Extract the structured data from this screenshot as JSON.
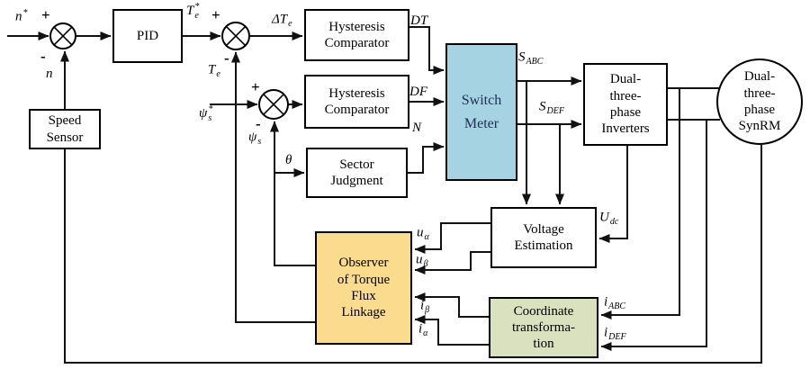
{
  "diagram_type": "control-block-diagram",
  "colors": {
    "wire": "#111111",
    "block_border": "#000000",
    "block_bg": "#ffffff",
    "switch_meter_bg": "#a6d3e2",
    "switch_meter_text": "#1e2f55",
    "observer_bg": "#fbdc8f",
    "coordinate_bg": "#d9e1bf"
  },
  "blocks": {
    "pid": {
      "label": "PID"
    },
    "hysteresis_comparator_torque": {
      "label": "Hysteresis\nComparator"
    },
    "hysteresis_comparator_flux": {
      "label": "Hysteresis\nComparator"
    },
    "sector_judgment": {
      "label": "Sector\nJudgment"
    },
    "switch_meter": {
      "label": "Switch\nMeter"
    },
    "dual_three_phase_inverters": {
      "label": "Dual-\nthree-\nphase\nInverters"
    },
    "voltage_estimation": {
      "label": "Voltage\nEstimation"
    },
    "observer": {
      "label": "Observer\nof Torque\nFlux\nLinkage"
    },
    "coordinate_transformation": {
      "label": "Coordinate\ntransforma-\ntion"
    },
    "speed_sensor": {
      "label": "Speed\nSensor"
    },
    "synrm": {
      "label": "Dual-\nthree-\nphase\nSynRM"
    }
  },
  "signals": {
    "n_ref": {
      "base": "n",
      "sup": "*",
      "sub": ""
    },
    "plus1": {
      "base": "+"
    },
    "minus1": {
      "base": "-"
    },
    "n_fb": {
      "base": "n",
      "sup": "",
      "sub": ""
    },
    "te_ref": {
      "base": "T",
      "sup": "*",
      "sub": "e"
    },
    "plus2": {
      "base": "+"
    },
    "minus2": {
      "base": "-"
    },
    "te": {
      "base": "T",
      "sup": "",
      "sub": "e"
    },
    "delta_te": {
      "base": "ΔT",
      "sup": "",
      "sub": "e"
    },
    "dt": {
      "base": "DT",
      "sup": "",
      "sub": ""
    },
    "psi_ref": {
      "base": "ψ",
      "sup": "*",
      "sub": "s"
    },
    "plus3": {
      "base": "+"
    },
    "minus3": {
      "base": "-"
    },
    "psi_s": {
      "base": "ψ",
      "sup": "",
      "sub": "s"
    },
    "df": {
      "base": "DF",
      "sup": "",
      "sub": ""
    },
    "n_sector": {
      "base": "N",
      "sup": "",
      "sub": ""
    },
    "theta": {
      "base": "θ",
      "sup": "",
      "sub": ""
    },
    "s_abc": {
      "base": "S",
      "sup": "",
      "sub": "ABC"
    },
    "s_def": {
      "base": "S",
      "sup": "",
      "sub": "DEF"
    },
    "u_dc": {
      "base": "U",
      "sup": "",
      "sub": "dc"
    },
    "u_alpha": {
      "base": "u",
      "sup": "",
      "sub": "α"
    },
    "u_beta": {
      "base": "u",
      "sup": "",
      "sub": "β"
    },
    "i_beta": {
      "base": "i",
      "sup": "",
      "sub": "β"
    },
    "i_alpha": {
      "base": "i",
      "sup": "",
      "sub": "α"
    },
    "i_abc": {
      "base": "i",
      "sup": "",
      "sub": "ABC"
    },
    "i_def": {
      "base": "i",
      "sup": "",
      "sub": "DEF"
    }
  }
}
